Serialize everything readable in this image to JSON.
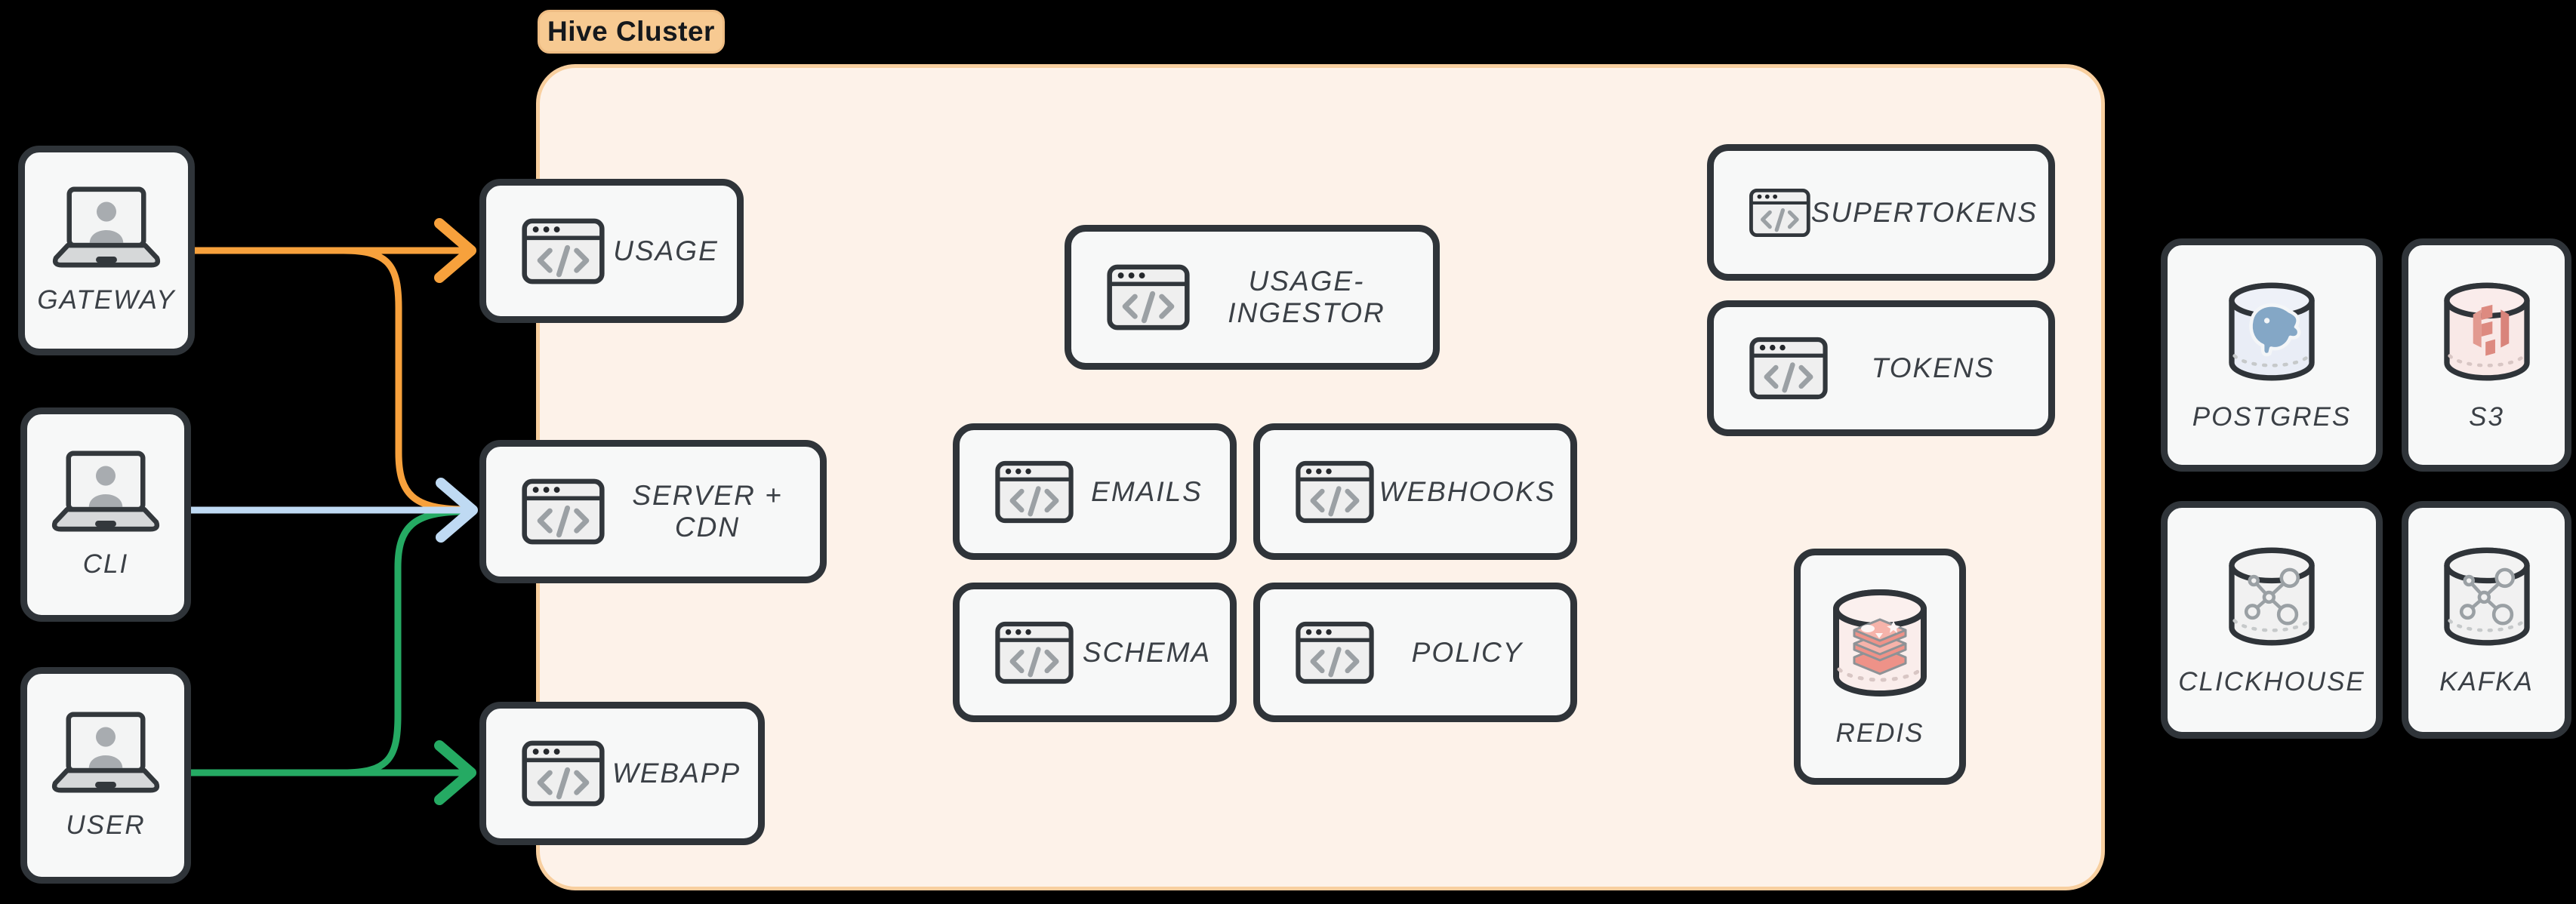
{
  "cluster": {
    "label": "Hive Cluster"
  },
  "actors": [
    {
      "id": "gateway",
      "label": "GATEWAY",
      "icon": "laptop-user-icon"
    },
    {
      "id": "cli",
      "label": "CLI",
      "icon": "laptop-user-icon"
    },
    {
      "id": "user",
      "label": "USER",
      "icon": "laptop-user-icon"
    }
  ],
  "services": [
    {
      "id": "usage",
      "label": "USAGE",
      "icon": "code-window-icon"
    },
    {
      "id": "server-cdn",
      "label": "SERVER + CDN",
      "icon": "code-window-icon"
    },
    {
      "id": "webapp",
      "label": "WEBAPP",
      "icon": "code-window-icon"
    },
    {
      "id": "usage-ingestor",
      "label": "USAGE-INGESTOR",
      "icon": "code-window-icon"
    },
    {
      "id": "emails",
      "label": "EMAILS",
      "icon": "code-window-icon"
    },
    {
      "id": "webhooks",
      "label": "WEBHOOKS",
      "icon": "code-window-icon"
    },
    {
      "id": "schema",
      "label": "SCHEMA",
      "icon": "code-window-icon"
    },
    {
      "id": "policy",
      "label": "POLICY",
      "icon": "code-window-icon"
    },
    {
      "id": "supertokens",
      "label": "SUPERTOKENS",
      "icon": "code-window-icon"
    },
    {
      "id": "tokens",
      "label": "TOKENS",
      "icon": "code-window-icon"
    }
  ],
  "datastores": [
    {
      "id": "redis",
      "label": "REDIS",
      "icon": "redis-cylinder-icon",
      "inside_cluster": true
    },
    {
      "id": "postgres",
      "label": "POSTGRES",
      "icon": "postgres-cylinder-icon",
      "inside_cluster": false
    },
    {
      "id": "s3",
      "label": "S3",
      "icon": "s3-cylinder-icon",
      "inside_cluster": false
    },
    {
      "id": "clickhouse",
      "label": "CLICKHOUSE",
      "icon": "graph-cylinder-icon",
      "inside_cluster": false
    },
    {
      "id": "kafka",
      "label": "KAFKA",
      "icon": "graph-cylinder-icon",
      "inside_cluster": false
    }
  ],
  "edges": [
    {
      "from": "gateway",
      "to": "usage",
      "color_key": "arrow_orange"
    },
    {
      "from": "gateway",
      "to": "server-cdn",
      "color_key": "arrow_orange"
    },
    {
      "from": "cli",
      "to": "server-cdn",
      "color_key": "arrow_blue"
    },
    {
      "from": "user",
      "to": "server-cdn",
      "color_key": "arrow_green"
    },
    {
      "from": "user",
      "to": "webapp",
      "color_key": "arrow_green"
    }
  ],
  "colors": {
    "background": "#000000",
    "cluster_fill": "#fdf2e9",
    "cluster_border": "#f8cf9f",
    "pill_fill": "#f7ca92",
    "node_fill": "#f7f8f8",
    "node_border": "#2f3439",
    "label_text": "#3b4046",
    "arrow_orange": "#f7a13c",
    "arrow_green": "#25aa63",
    "arrow_blue": "#bfdaf3"
  }
}
